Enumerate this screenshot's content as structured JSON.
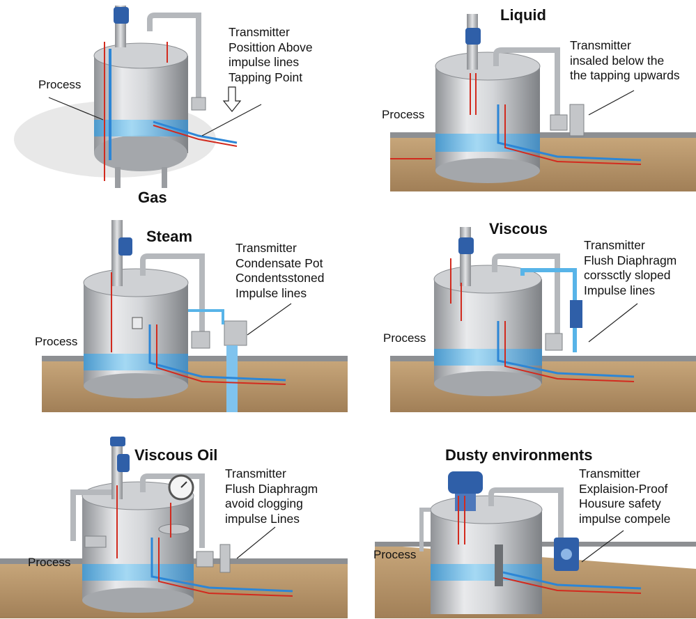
{
  "colors": {
    "tank_light": "#e9eaec",
    "tank_dark": "#8f9296",
    "liquid": "#58b4e8",
    "red_line": "#d22a1e",
    "blue_line": "#2c86d6",
    "ground": "#b39166",
    "transmitter": "#2f5fa8"
  },
  "panels": [
    {
      "title": "Gas",
      "process": "Process",
      "lines": [
        "Transmitter",
        "Posittion Above",
        "impulse lines",
        "Tapping Point"
      ]
    },
    {
      "title": "Liquid",
      "process": "Process",
      "lines": [
        "Transmitter",
        "insaled below the",
        "the tapping upwards"
      ]
    },
    {
      "title": "Steam",
      "process": "Process",
      "lines": [
        "Transmitter",
        "Condensate Pot",
        "Condentsstoned",
        "Impulse lines"
      ]
    },
    {
      "title": "Viscous",
      "process": "Process",
      "lines": [
        "Transmitter",
        "Flush Diaphragm",
        "corssctly sloped",
        "Impulse lines"
      ]
    },
    {
      "title": "Viscous Oil",
      "process": "Process",
      "lines": [
        "Transmitter",
        "Flush Diaphragm",
        "avoid clogging",
        "impulse Lines"
      ]
    },
    {
      "title": "Dusty environments",
      "process": "Process",
      "lines": [
        "Transmitter",
        "Explaision-Proof",
        "Housure safety",
        "impulse compele"
      ]
    }
  ]
}
